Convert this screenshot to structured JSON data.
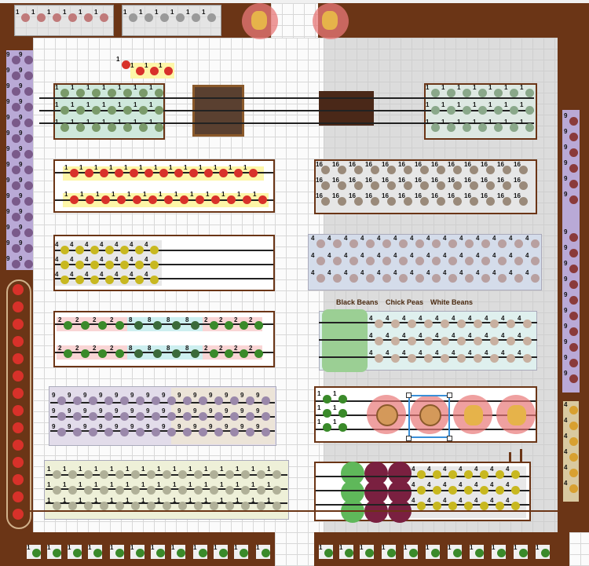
{
  "labels": {
    "black_beans": "Black Beans",
    "chick_peas": "Chick Peas",
    "white_beans": "White Beans"
  },
  "plant_counts": {
    "herb": "9",
    "tomato": "1",
    "lettuce": "1",
    "radish": "16",
    "corn": "4",
    "onion": "4",
    "pepper": "2",
    "cucumber": "8",
    "carrot": "1"
  },
  "colors": {
    "wall": "#6b3516",
    "bed_border": "#6b3516",
    "shade_area": "#dcdcdc",
    "selection": "#3a8fd8",
    "highlight_circle": "#e87878"
  },
  "icons": {
    "tomato": "tomato-icon",
    "corn": "corn-icon",
    "herb": "herb-icon",
    "chicken": "chicken-icon",
    "pie": "pie-icon",
    "compost": "compost-icon"
  }
}
